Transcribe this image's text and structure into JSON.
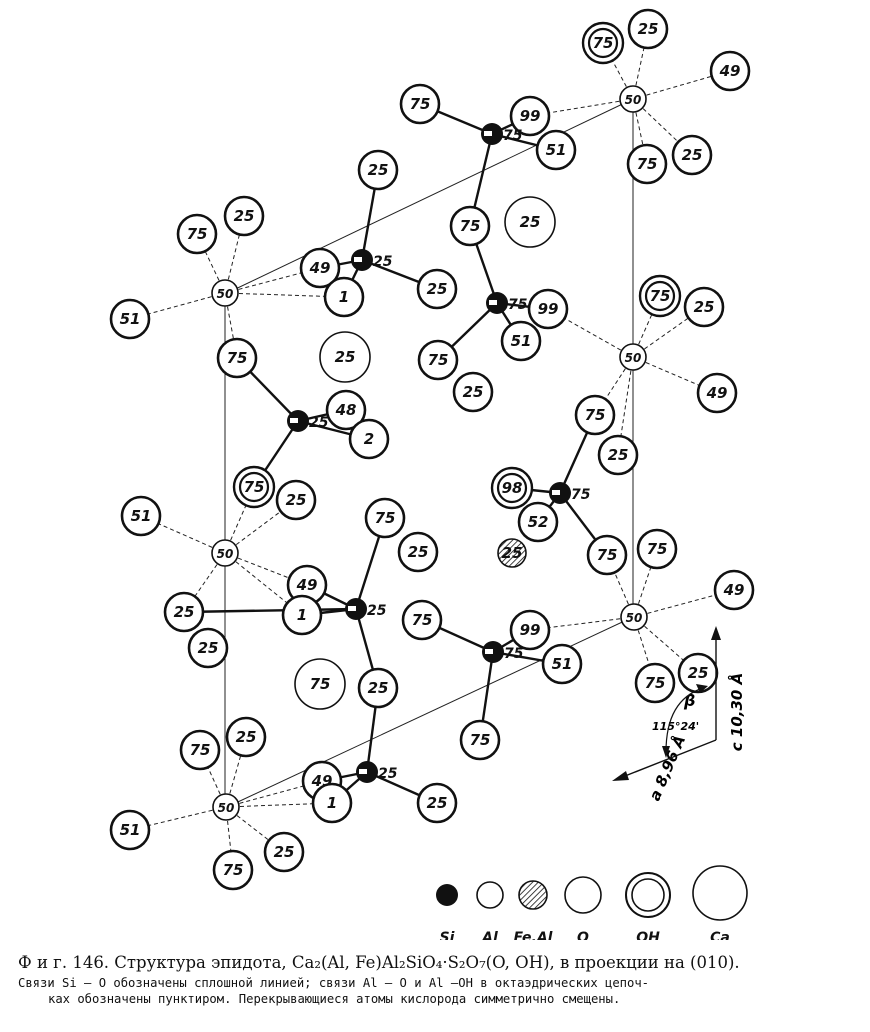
{
  "legend": [
    {
      "type": "si",
      "label": "Si"
    },
    {
      "type": "al",
      "label": "Al"
    },
    {
      "type": "feal",
      "label": "Fe,Al"
    },
    {
      "type": "o",
      "label": "O"
    },
    {
      "type": "oh",
      "label": "OH"
    },
    {
      "type": "ca",
      "label": "Ca"
    }
  ],
  "axes": {
    "a_label": "a 8,96 Å",
    "c_label": "c 10,30 Å",
    "beta_symbol": "β",
    "beta_value": "115°24'"
  },
  "atoms": [
    {
      "t": "oh",
      "v": "75"
    },
    {
      "t": "o",
      "v": "25"
    },
    {
      "t": "al",
      "v": "50"
    },
    {
      "t": "o",
      "v": "49"
    },
    {
      "t": "o",
      "v": "75"
    },
    {
      "t": "si",
      "v": "75"
    },
    {
      "t": "o",
      "v": "99"
    },
    {
      "t": "o",
      "v": "51"
    },
    {
      "t": "o",
      "v": "75"
    },
    {
      "t": "o",
      "v": "25"
    },
    {
      "t": "o",
      "v": "75"
    },
    {
      "t": "ca",
      "v": "25"
    },
    {
      "t": "o",
      "v": "25"
    },
    {
      "t": "si",
      "v": "25"
    },
    {
      "t": "o",
      "v": "49"
    },
    {
      "t": "o",
      "v": "1"
    },
    {
      "t": "o",
      "v": "25"
    },
    {
      "t": "o",
      "v": "75"
    },
    {
      "t": "o",
      "v": "25"
    },
    {
      "t": "al",
      "v": "50"
    },
    {
      "t": "o",
      "v": "51"
    },
    {
      "t": "si",
      "v": "75"
    },
    {
      "t": "o",
      "v": "99"
    },
    {
      "t": "o",
      "v": "51"
    },
    {
      "t": "oh",
      "v": "75"
    },
    {
      "t": "o",
      "v": "25"
    },
    {
      "t": "o",
      "v": "75"
    },
    {
      "t": "o",
      "v": "25"
    },
    {
      "t": "o",
      "v": "75"
    },
    {
      "t": "ca",
      "v": "25"
    },
    {
      "t": "o",
      "v": "75"
    },
    {
      "t": "al",
      "v": "50"
    },
    {
      "t": "o",
      "v": "49"
    },
    {
      "t": "si",
      "v": "25"
    },
    {
      "t": "o",
      "v": "48"
    },
    {
      "t": "o",
      "v": "2"
    },
    {
      "t": "o",
      "v": "75"
    },
    {
      "t": "o",
      "v": "25"
    },
    {
      "t": "oh",
      "v": "75"
    },
    {
      "t": "o",
      "v": "25"
    },
    {
      "t": "oh",
      "v": "98"
    },
    {
      "t": "si",
      "v": "75"
    },
    {
      "t": "o",
      "v": "52"
    },
    {
      "t": "o",
      "v": "51"
    },
    {
      "t": "al",
      "v": "50"
    },
    {
      "t": "o",
      "v": "75"
    },
    {
      "t": "o",
      "v": "25"
    },
    {
      "t": "feal",
      "v": "25"
    },
    {
      "t": "o",
      "v": "75"
    },
    {
      "t": "o",
      "v": "25"
    },
    {
      "t": "o",
      "v": "49"
    },
    {
      "t": "o",
      "v": "1"
    },
    {
      "t": "si",
      "v": "25"
    },
    {
      "t": "o",
      "v": "75"
    },
    {
      "t": "o",
      "v": "25"
    },
    {
      "t": "al",
      "v": "50"
    },
    {
      "t": "o",
      "v": "49"
    },
    {
      "t": "o",
      "v": "75"
    },
    {
      "t": "si",
      "v": "75"
    },
    {
      "t": "o",
      "v": "99"
    },
    {
      "t": "o",
      "v": "51"
    },
    {
      "t": "ca",
      "v": "75"
    },
    {
      "t": "o",
      "v": "25"
    },
    {
      "t": "o",
      "v": "75"
    },
    {
      "t": "o",
      "v": "25"
    },
    {
      "t": "o",
      "v": "75"
    },
    {
      "t": "o",
      "v": "25"
    },
    {
      "t": "o",
      "v": "49"
    },
    {
      "t": "o",
      "v": "1"
    },
    {
      "t": "si",
      "v": "25"
    },
    {
      "t": "o",
      "v": "25"
    },
    {
      "t": "al",
      "v": "50"
    },
    {
      "t": "o",
      "v": "51"
    },
    {
      "t": "o",
      "v": "75"
    },
    {
      "t": "o",
      "v": "25"
    }
  ],
  "caption": {
    "title": "Ф и г. 146. Структура эпидота, Ca₂(Al, Fe)Al₂SiO₄·S₂O₇(O, OH), в проекции на (010).",
    "note_line1": "Связи Si — O обозначены сплошной линией; связи Al — O и Al —OH в октаэдрических цепоч-",
    "note_line2": "ках обозначены пунктиром. Перекрывающиеся атомы кислорода симметрично смещены."
  }
}
